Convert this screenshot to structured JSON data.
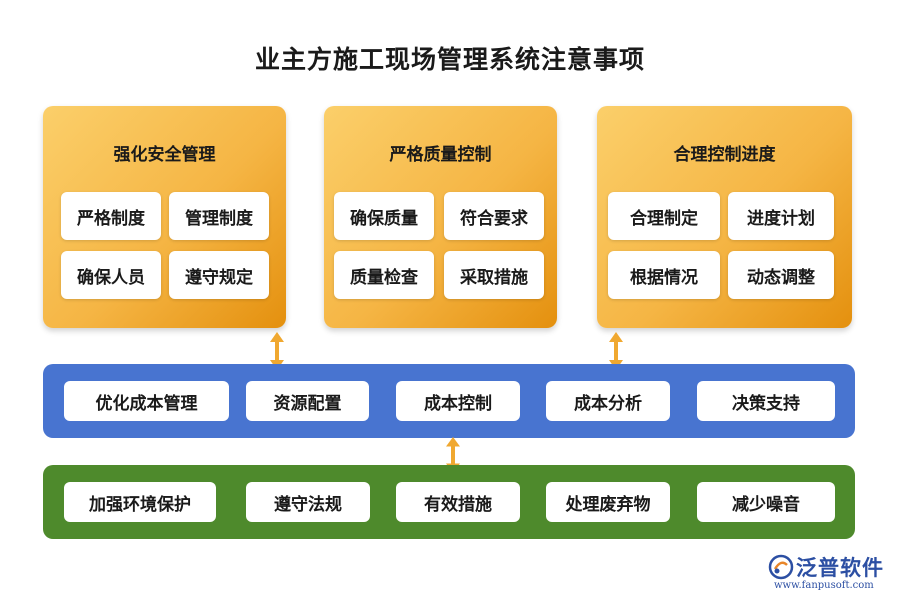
{
  "title": "业主方施工现场管理系统注意事项",
  "cards": [
    {
      "title": "强化安全管理",
      "items": [
        "严格制度",
        "管理制度",
        "确保人员",
        "遵守规定"
      ]
    },
    {
      "title": "严格质量控制",
      "items": [
        "确保质量",
        "符合要求",
        "质量检查",
        "采取措施"
      ]
    },
    {
      "title": "合理控制进度",
      "items": [
        "合理制定",
        "进度计划",
        "根据情况",
        "动态调整"
      ]
    }
  ],
  "cost_band": {
    "items": [
      "优化成本管理",
      "资源配置",
      "成本控制",
      "成本分析",
      "决策支持"
    ]
  },
  "env_band": {
    "items": [
      "加强环境保护",
      "遵守法规",
      "有效措施",
      "处理废弃物",
      "减少噪音"
    ]
  },
  "logo": {
    "name": "泛普软件",
    "url": "www.fanpusoft.com"
  },
  "colors": {
    "card": "#f5b544",
    "cost_band": "#4874d0",
    "env_band": "#4e8a2c",
    "arrow": "#f0a830"
  }
}
